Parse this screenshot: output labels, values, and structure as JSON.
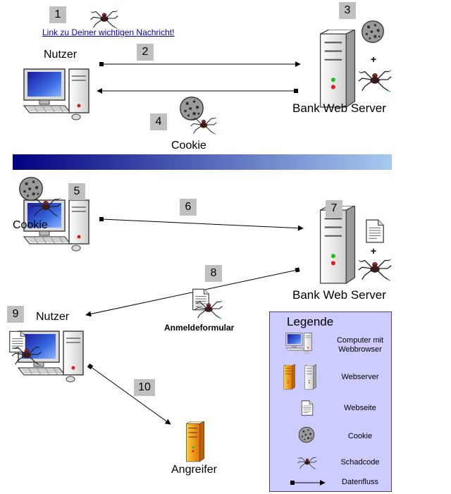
{
  "steps": [
    "1",
    "2",
    "3",
    "4",
    "5",
    "6",
    "7",
    "8",
    "9",
    "10"
  ],
  "top": {
    "link_text": "Link zu Deiner wichtigen Nachricht!",
    "user_label": "Nutzer",
    "server_label": "Bank Web Server",
    "cookie_label": "Cookie"
  },
  "bottom": {
    "cookie_label": "Cookie",
    "server_label": "Bank Web Server",
    "form_label": "Anmeldeformular",
    "user_label": "Nutzer",
    "attacker_label": "Angreifer"
  },
  "legend": {
    "title": "Legende",
    "items": [
      {
        "icon": "computer-icon",
        "text": "Computer mit Webbrowser"
      },
      {
        "icon": "server-icon",
        "text": "Webserver"
      },
      {
        "icon": "document-icon",
        "text": "Webseite"
      },
      {
        "icon": "cookie-icon",
        "text": "Cookie"
      },
      {
        "icon": "bug-icon",
        "text": "Schadcode"
      },
      {
        "icon": "arrow-icon",
        "text": "Datenfluss"
      }
    ]
  },
  "colors": {
    "divider_start": "#000080",
    "divider_end": "#a6caf0",
    "legend_bg": "#ccccff",
    "step_box": "#c0c0c0"
  }
}
